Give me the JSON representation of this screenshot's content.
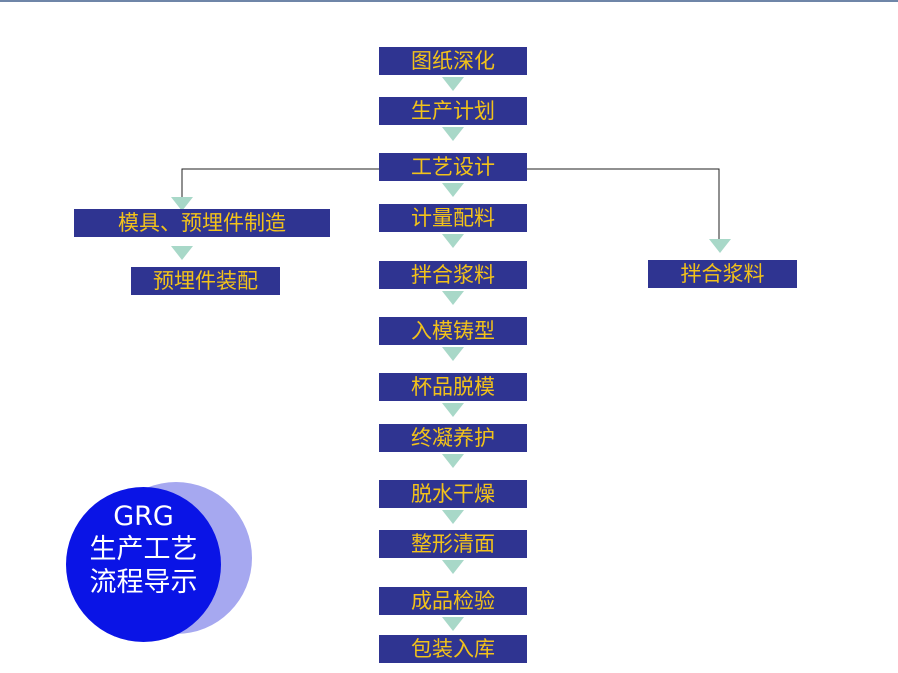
{
  "colors": {
    "box_fill": "#2f3491",
    "box_text": "#f2c21a",
    "arrow": "#a8d8c8",
    "connector": "#222222",
    "disc_front": "#0a14e6",
    "disc_back": "#a6a8f0"
  },
  "main_steps": [
    "图纸深化",
    "生产计划",
    "工艺设计",
    "计量配料",
    "拌合浆料",
    "入模铸型",
    "杯品脱模",
    "终凝养护",
    "脱水干燥",
    "整形清面",
    "成品检验",
    "包装入库"
  ],
  "left_branch": [
    "模具、预埋件制造",
    "预埋件装配"
  ],
  "right_branch": [
    "拌合浆料"
  ],
  "badge": {
    "line1": "GRG",
    "line2": "生产工艺",
    "line3": "流程导示"
  }
}
